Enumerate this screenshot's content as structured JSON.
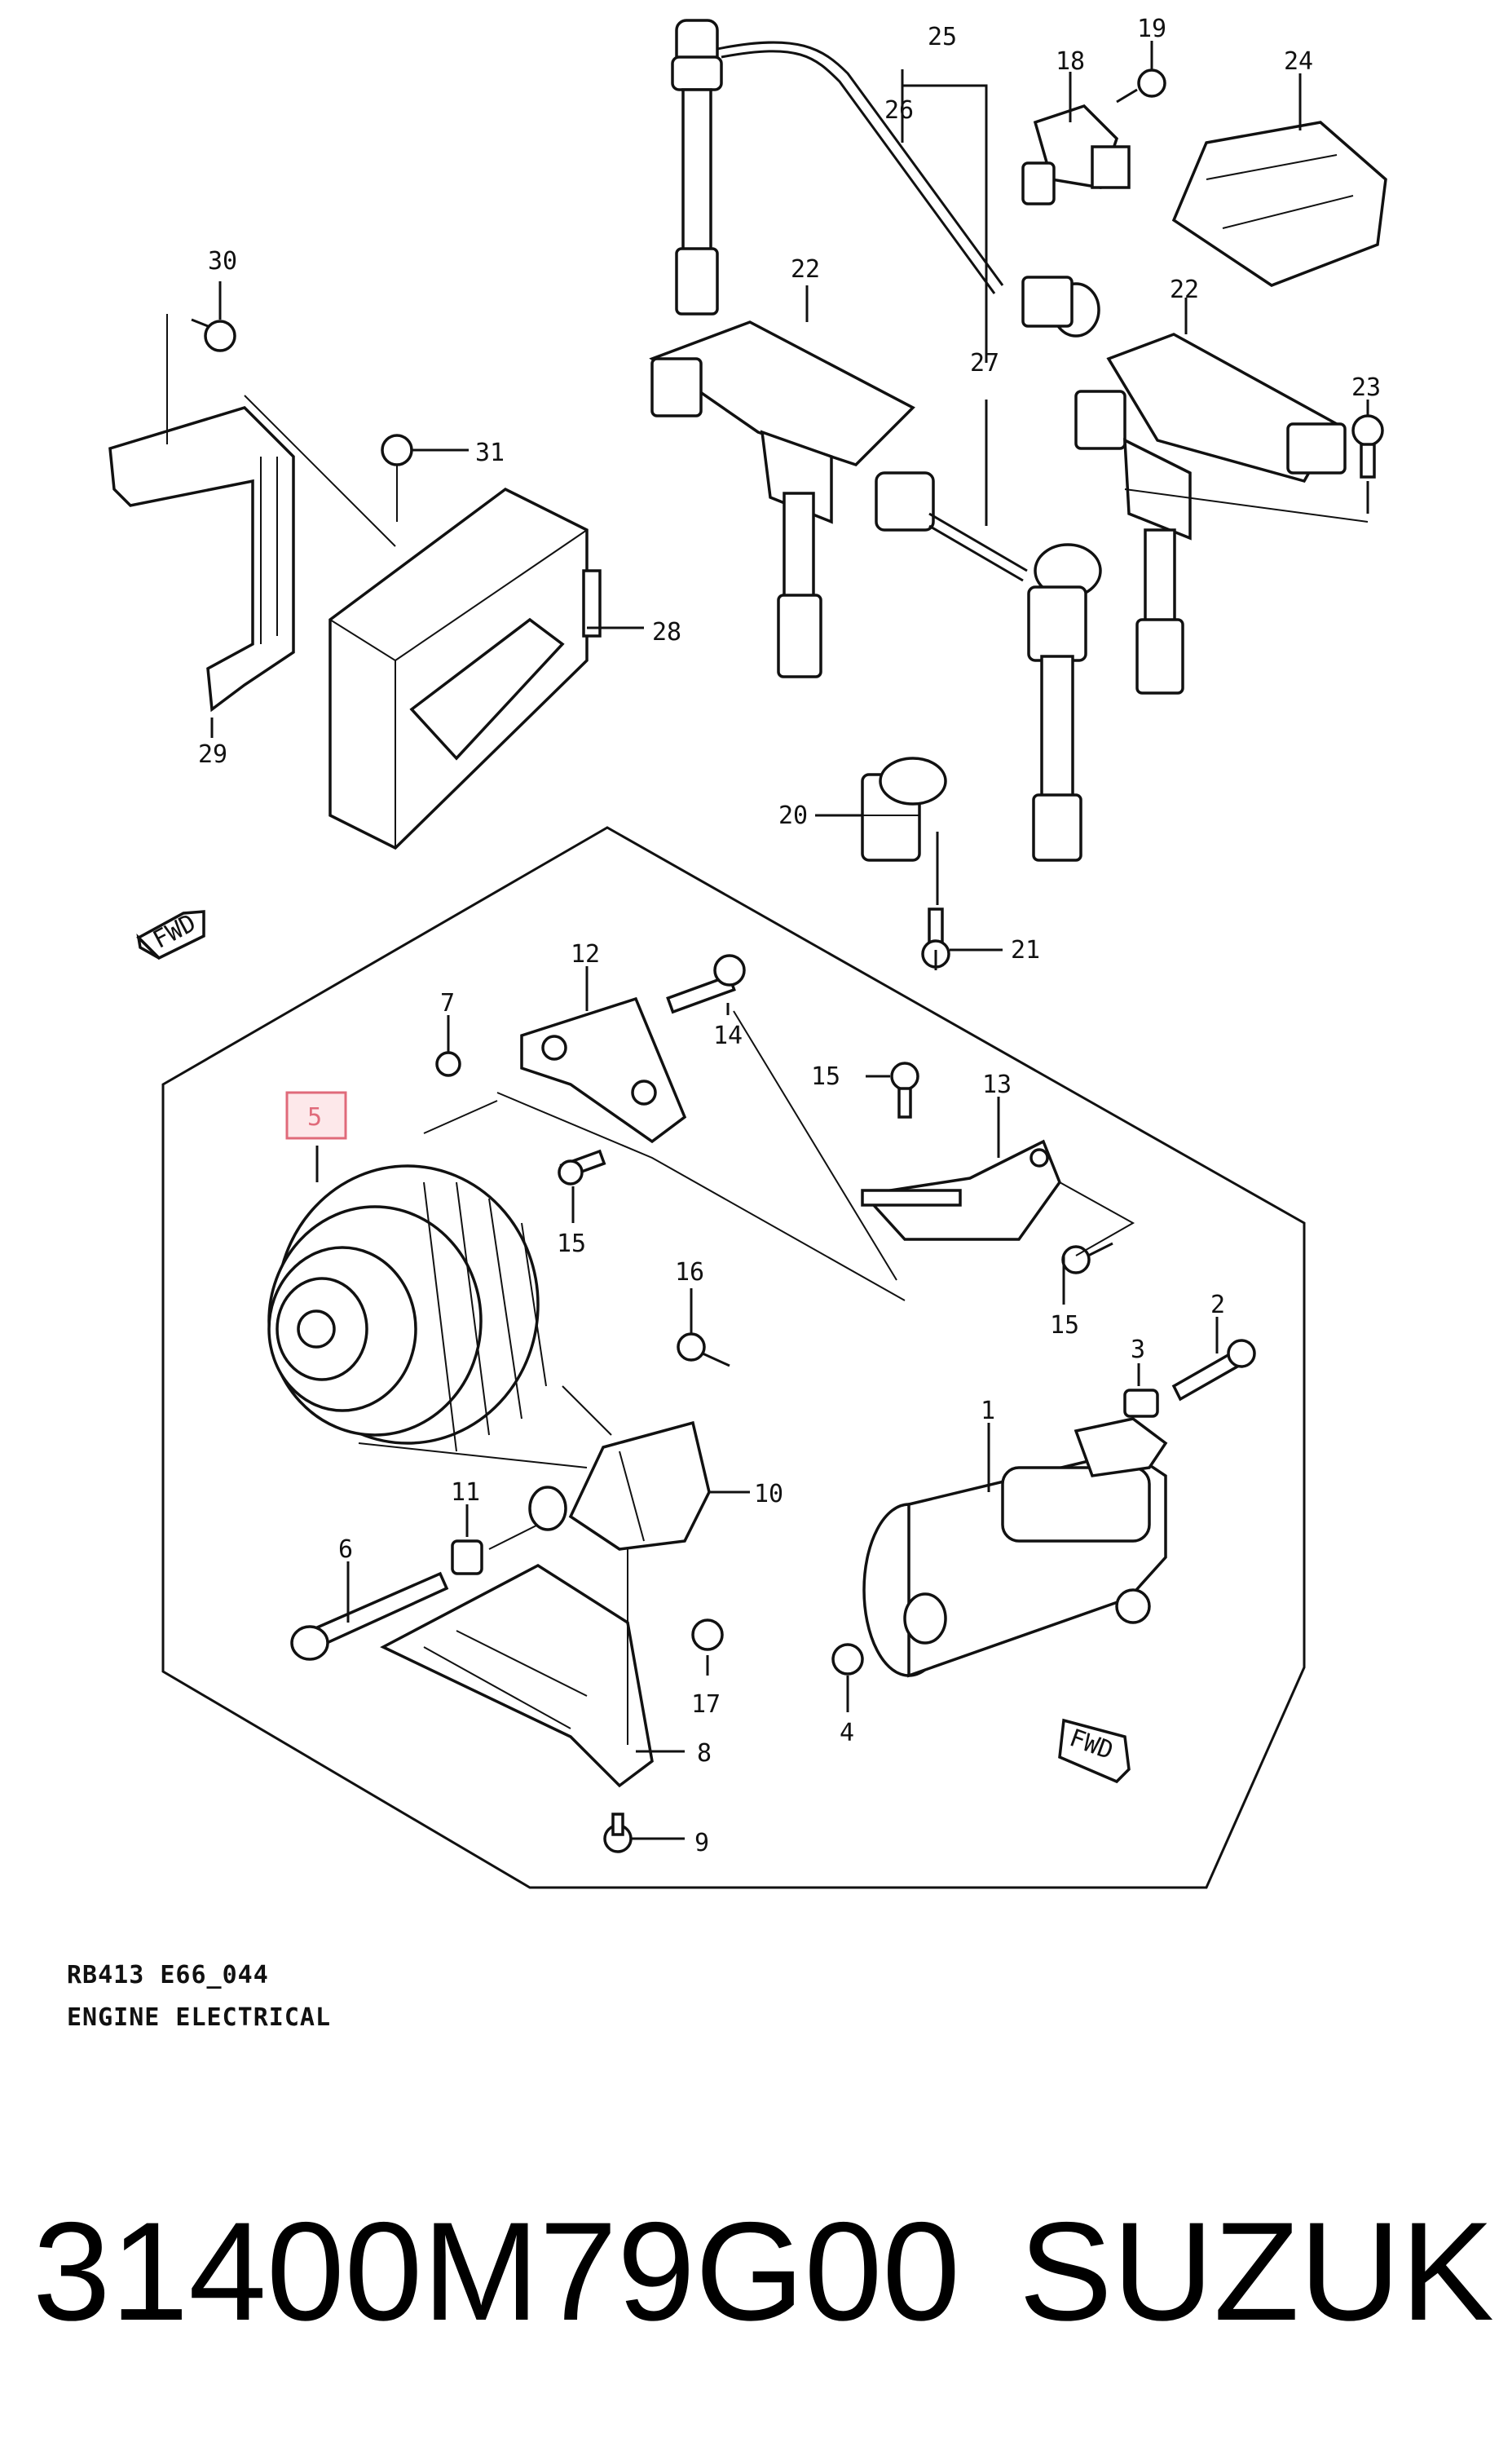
{
  "diagram": {
    "code": "RB413 E66_044",
    "title": "ENGINE ELECTRICAL",
    "fwd_label": "FWD",
    "highlight_color": "#e06a7a",
    "callouts": {
      "c1": "1",
      "c2": "2",
      "c3": "3",
      "c4": "4",
      "c5": "5",
      "c6": "6",
      "c7": "7",
      "c8": "8",
      "c9": "9",
      "c10": "10",
      "c11": "11",
      "c12": "12",
      "c13": "13",
      "c14": "14",
      "c15a": "15",
      "c15b": "15",
      "c15c": "15",
      "c16": "16",
      "c17": "17",
      "c18": "18",
      "c19": "19",
      "c20": "20",
      "c21": "21",
      "c22a": "22",
      "c22b": "22",
      "c23": "23",
      "c24": "24",
      "c25": "25",
      "c26": "26",
      "c27": "27",
      "c28": "28",
      "c29": "29",
      "c30": "30",
      "c31": "31"
    }
  },
  "footer": {
    "part_number": "31400M79G00",
    "brand": "SUZUKI"
  }
}
